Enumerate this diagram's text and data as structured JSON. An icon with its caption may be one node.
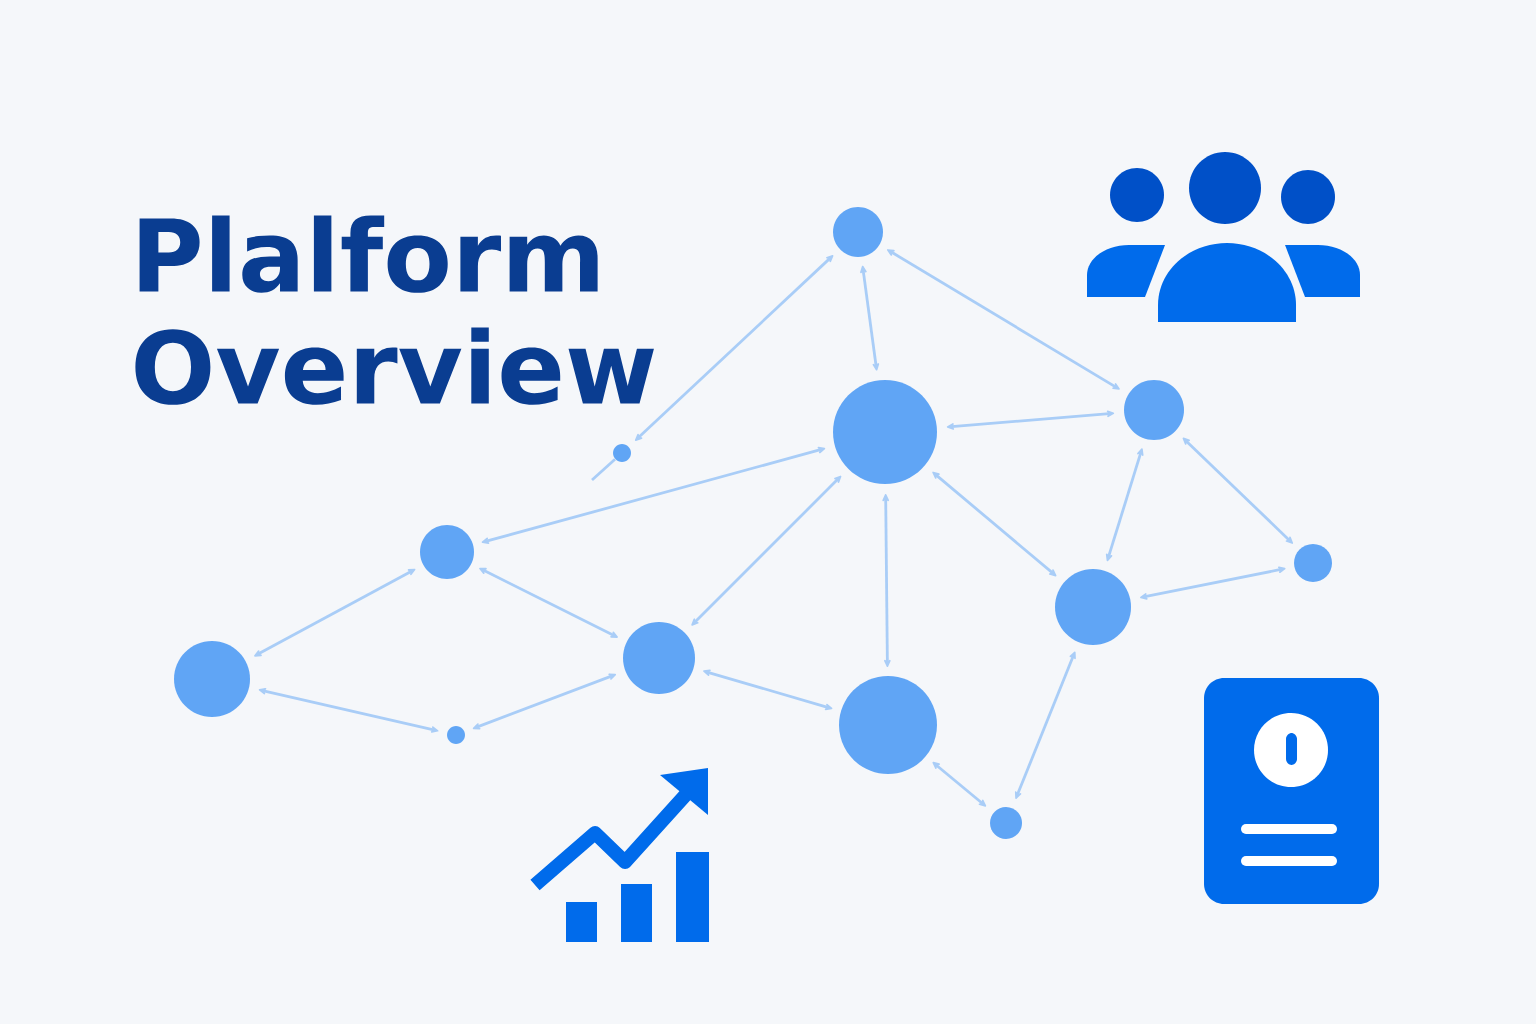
{
  "diagram": {
    "title": "Plalform Overview",
    "nodes": [
      {
        "text": [],
        "shape": "circle"
      },
      {
        "text": [],
        "shape": "circle"
      },
      {
        "text": [],
        "shape": "circle"
      },
      {
        "text": [],
        "shape": "circle"
      },
      {
        "text": [],
        "shape": "circle"
      },
      {
        "text": [],
        "shape": "circle"
      },
      {
        "text": [],
        "shape": "circle"
      },
      {
        "text": [],
        "shape": "circle"
      },
      {
        "text": [],
        "shape": "circle"
      },
      {
        "text": [],
        "shape": "circle"
      },
      {
        "text": [],
        "shape": "circle"
      },
      {
        "text": [],
        "shape": "circle"
      }
    ],
    "edges": [
      {
        "from": 0,
        "to": 3,
        "arrow": "both"
      },
      {
        "from": 3,
        "to": null,
        "arrow": "none"
      },
      {
        "from": 0,
        "to": 1,
        "arrow": "both"
      },
      {
        "from": 0,
        "to": 2,
        "arrow": "both"
      },
      {
        "from": 1,
        "to": 2,
        "arrow": "both"
      },
      {
        "from": 4,
        "to": 1,
        "arrow": "both"
      },
      {
        "from": 7,
        "to": 1,
        "arrow": "both"
      },
      {
        "from": 1,
        "to": 9,
        "arrow": "both"
      },
      {
        "from": 1,
        "to": 8,
        "arrow": "both"
      },
      {
        "from": 2,
        "to": 8,
        "arrow": "both"
      },
      {
        "from": 2,
        "to": 5,
        "arrow": "both"
      },
      {
        "from": 5,
        "to": 8,
        "arrow": "both"
      },
      {
        "from": 6,
        "to": 4,
        "arrow": "both"
      },
      {
        "from": 4,
        "to": 7,
        "arrow": "both"
      },
      {
        "from": 6,
        "to": 10,
        "arrow": "both"
      },
      {
        "from": 10,
        "to": 7,
        "arrow": "both"
      },
      {
        "from": 7,
        "to": 9,
        "arrow": "both"
      },
      {
        "from": 9,
        "to": 11,
        "arrow": "both"
      },
      {
        "from": 11,
        "to": 8,
        "arrow": "both"
      }
    ]
  }
}
